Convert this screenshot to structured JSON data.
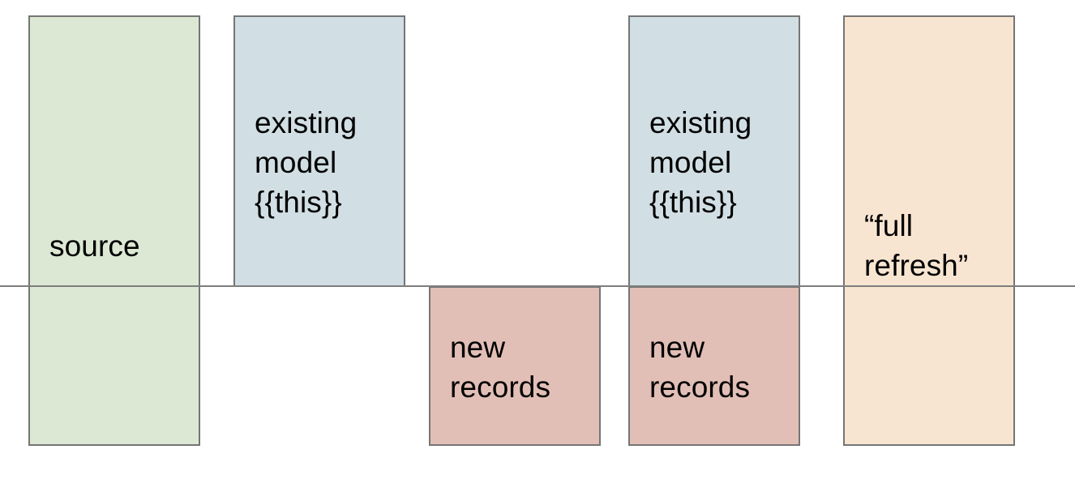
{
  "diagram": {
    "title": "incremental model full refresh diagram",
    "baseline": {
      "name": "horizontal-divider-line",
      "color": "#7d7d7d"
    },
    "palette": {
      "green": "#dce8d3",
      "blue": "#d1dee3",
      "pink": "#e2bfb6",
      "peach": "#f8e5d1",
      "border": "#757575",
      "text": "#000000"
    },
    "blocks": [
      {
        "id": "source",
        "label": "source",
        "color": "#dce8d3",
        "column": 1,
        "spans_baseline": true
      },
      {
        "id": "existing-model-1",
        "label": "existing\nmodel\n{{this}}",
        "color": "#d1dee3",
        "column": 2,
        "spans_baseline": false,
        "position": "above-line"
      },
      {
        "id": "new-records-1",
        "label": "new\nrecords",
        "color": "#e2bfb6",
        "column": 3,
        "spans_baseline": false,
        "position": "below-line"
      },
      {
        "id": "existing-model-2",
        "label": "existing\nmodel\n{{this}}",
        "color": "#d1dee3",
        "column": 4,
        "spans_baseline": false,
        "position": "above-line"
      },
      {
        "id": "new-records-2",
        "label": "new\nrecords",
        "color": "#e2bfb6",
        "column": 4,
        "spans_baseline": false,
        "position": "below-line"
      },
      {
        "id": "full-refresh",
        "label": "“full\nrefresh”",
        "color": "#f8e5d1",
        "column": 5,
        "spans_baseline": true
      }
    ]
  }
}
